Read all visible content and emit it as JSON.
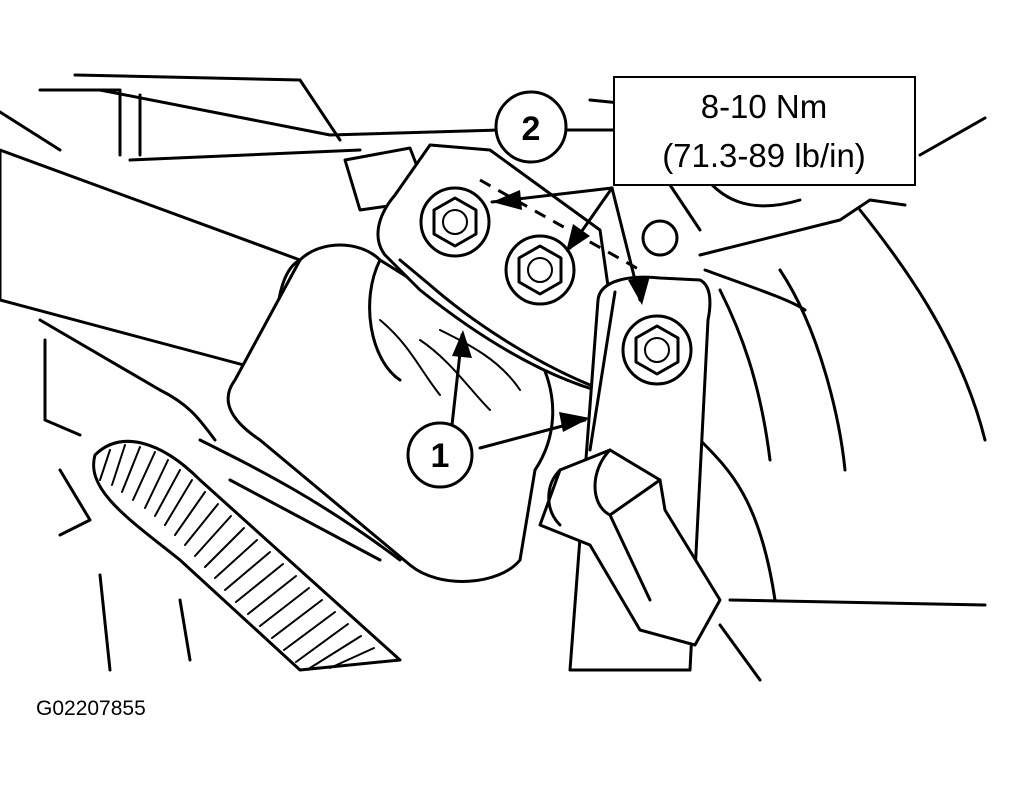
{
  "callouts": [
    {
      "number": "1"
    },
    {
      "number": "2"
    }
  ],
  "torque_spec": {
    "line1": "8-10 Nm",
    "line2": "(71.3-89 lb/in)"
  },
  "figure_id": "G02207855",
  "colors": {
    "ink": "#000000",
    "paper": "#ffffff"
  }
}
